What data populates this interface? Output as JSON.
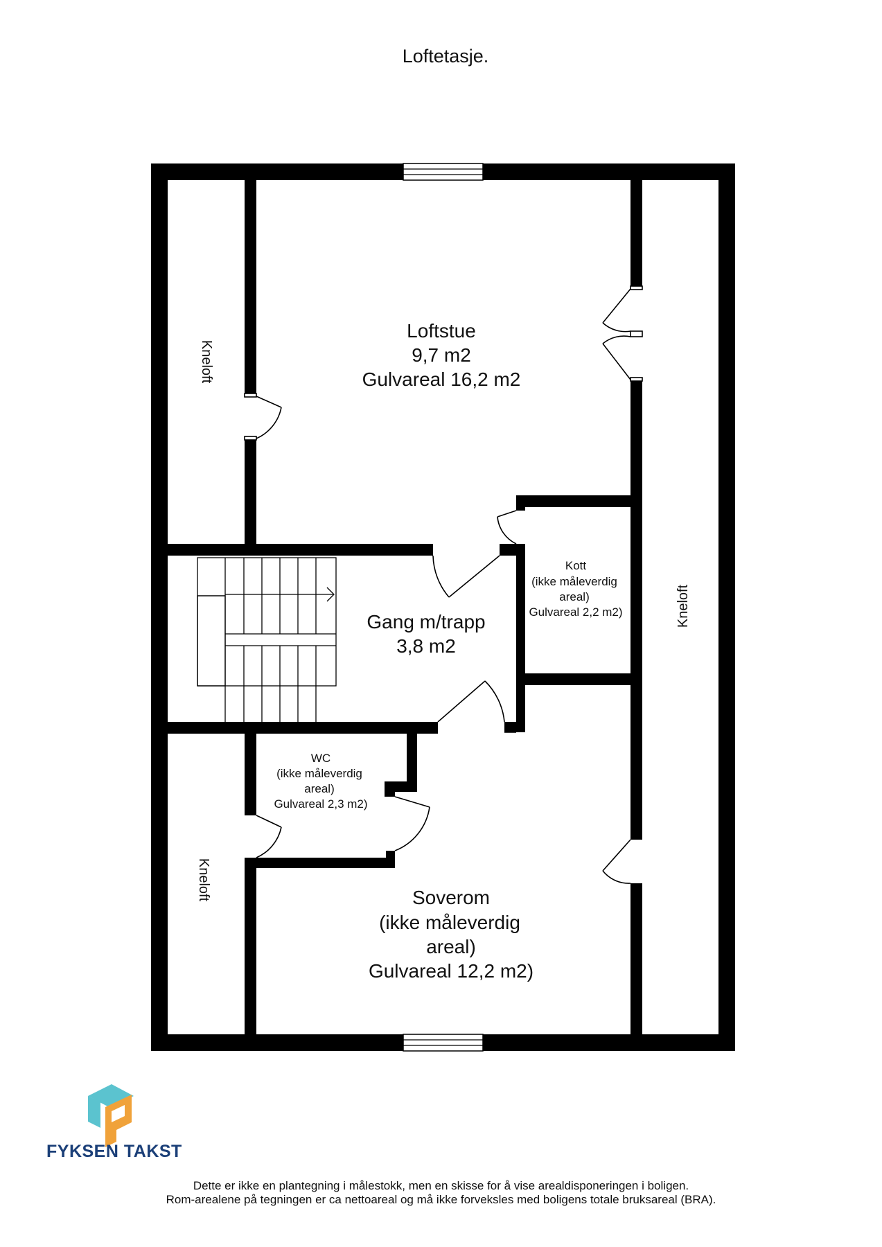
{
  "floor_title": "Loftetasje.",
  "rooms": {
    "loftstue": {
      "name": "Loftstue",
      "area": "9,7 m2",
      "floor_area": "Gulvareal 16,2 m2"
    },
    "gang": {
      "name": "Gang m/trapp",
      "area": "3,8 m2"
    },
    "kott": {
      "name": "Kott",
      "note1": "(ikke måleverdig",
      "note2": "areal)",
      "floor_area": "Gulvareal 2,2 m2)"
    },
    "wc": {
      "name": "WC",
      "note1": "(ikke måleverdig",
      "note2": "areal)",
      "floor_area": "Gulvareal 2,3 m2)"
    },
    "soverom": {
      "name": "Soverom",
      "note1": "(ikke måleverdig",
      "note2": "areal)",
      "floor_area": "Gulvareal 12,2 m2)"
    },
    "kneloft_left_top": "Kneloft",
    "kneloft_left_bottom": "Kneloft",
    "kneloft_right": "Kneloft"
  },
  "brand": {
    "name": "FYKSEN TAKST",
    "logo_colors": {
      "teal": "#5bc3cf",
      "orange": "#f0a23a",
      "navy": "#1b3f78"
    }
  },
  "disclaimer": {
    "line1": "Dette er ikke en plantegning i målestokk, men en skisse for å vise arealdisponeringen i boligen.",
    "line2": "Rom-arealene på tegningen er ca nettoareal og må ikke forveksles med boligens totale bruksareal (BRA)."
  }
}
